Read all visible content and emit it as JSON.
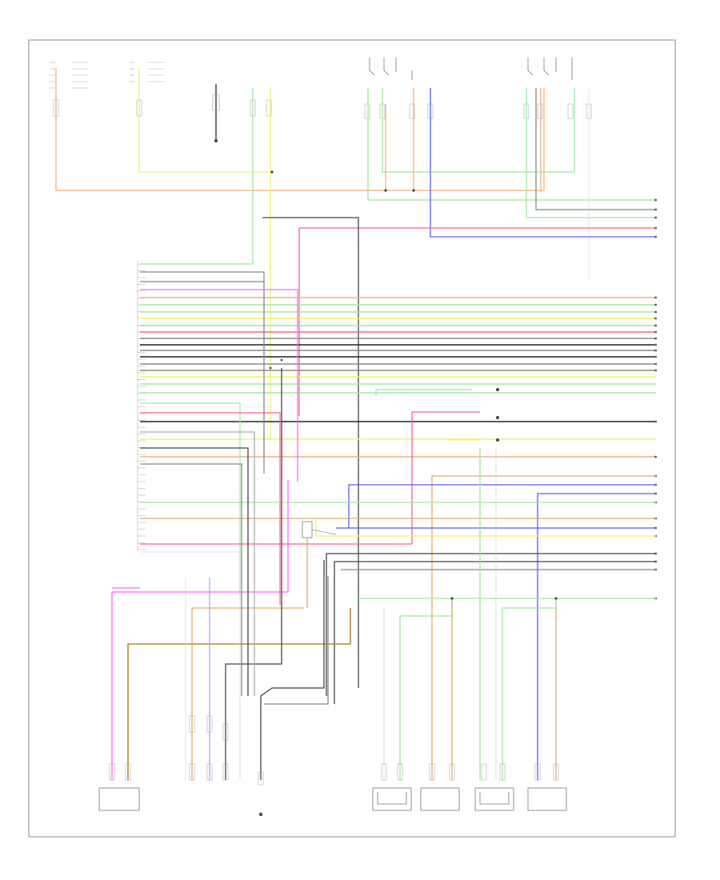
{
  "diagram": {
    "page_code": "",
    "colors": {
      "yellow": "#f2f26a",
      "orange": "#f5b07a",
      "green": "#9fe89f",
      "red": "#ff5f86",
      "magenta": "#ff60ff",
      "blue": "#5a5aff",
      "tan": "#d6b06a",
      "gray": "#888888",
      "black": "#222222",
      "violet": "#a6a6ff"
    },
    "top_labels": [
      {
        "id": "t1",
        "text": ""
      },
      {
        "id": "t2",
        "text": ""
      },
      {
        "id": "t3",
        "text": ""
      },
      {
        "id": "t4",
        "text": ""
      },
      {
        "id": "t5",
        "text": ""
      }
    ],
    "distributor_label": "",
    "connector_label": "",
    "harness_label": "",
    "right_notes": [
      {
        "text": ""
      },
      {
        "text": ""
      },
      {
        "text": ""
      }
    ],
    "bottom_labels": [
      {
        "text": ""
      },
      {
        "text": ""
      },
      {
        "text": ""
      },
      {
        "text": ""
      },
      {
        "text": ""
      },
      {
        "text": ""
      },
      {
        "text": ""
      }
    ]
  }
}
